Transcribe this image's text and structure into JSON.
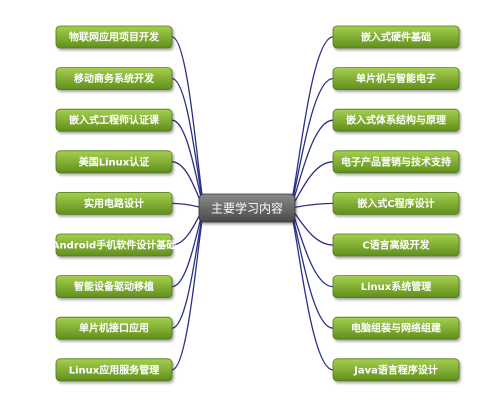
{
  "center": {
    "label": "主要学习内容"
  },
  "left_topics": [
    {
      "label": "物联网应用项目开发"
    },
    {
      "label": "移动商务系统开发"
    },
    {
      "label": "嵌入式工程师认证课"
    },
    {
      "label": "美国Linux认证"
    },
    {
      "label": "实用电路设计"
    },
    {
      "label": "Android手机软件设计基础"
    },
    {
      "label": "智能设备驱动移植"
    },
    {
      "label": "单片机接口应用"
    },
    {
      "label": "Linux应用服务管理"
    }
  ],
  "right_topics": [
    {
      "label": "嵌入式硬件基础"
    },
    {
      "label": "单片机与智能电子"
    },
    {
      "label": "嵌入式体系结构与原理"
    },
    {
      "label": "电子产品营销与技术支持"
    },
    {
      "label": "嵌入式C程序设计"
    },
    {
      "label": "C语言高级开发"
    },
    {
      "label": "Linux系统管理"
    },
    {
      "label": "电脑组装与网络组建"
    },
    {
      "label": "Java语言程序设计"
    }
  ],
  "colors": {
    "connector": "#2a2f86",
    "topic_fill_top": "#a6cf4f",
    "topic_fill_bottom": "#5f8f1c",
    "topic_border": "#4f7a17",
    "center_fill_top": "#8a8a8a",
    "center_fill_bottom": "#4a4a4a"
  }
}
